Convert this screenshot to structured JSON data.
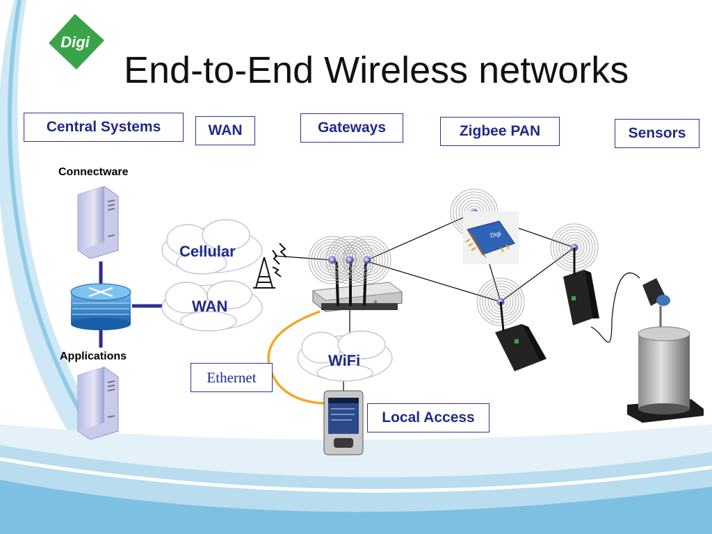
{
  "title": "End-to-End Wireless networks",
  "logo_text": "Digi",
  "headers": {
    "central_systems": "Central Systems",
    "wan": "WAN",
    "gateways": "Gateways",
    "zigbee_pan": "Zigbee PAN",
    "sensors": "Sensors"
  },
  "labels": {
    "connectware": "Connectware",
    "applications": "Applications",
    "cellular": "Cellular",
    "wan_cloud": "WAN",
    "wifi": "WiFi",
    "ethernet": "Ethernet",
    "local_access": "Local Access"
  },
  "colors": {
    "accent_blue": "#1f2a8a",
    "digi_green": "#3aa34a",
    "swoosh": "#8fcbe6",
    "ethernet_cable": "#f5a623"
  }
}
